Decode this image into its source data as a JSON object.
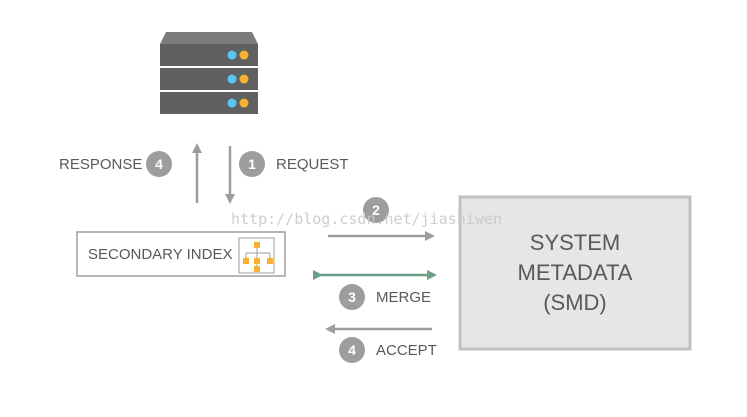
{
  "steps": {
    "response": {
      "number": "4",
      "label": "RESPONSE"
    },
    "request": {
      "number": "1",
      "label": "REQUEST"
    },
    "step2": {
      "number": "2"
    },
    "merge": {
      "number": "3",
      "label": "MERGE"
    },
    "accept": {
      "number": "4",
      "label": "ACCEPT"
    }
  },
  "secondary_index": {
    "label": "SECONDARY INDEX"
  },
  "system_metadata": {
    "line1": "SYSTEM",
    "line2": "METADATA",
    "line3": "(SMD)"
  },
  "watermark": "http://blog.csdn.net/jiashiwen",
  "colors": {
    "server_body": "#5f6062",
    "led_blue": "#5bc5f2",
    "led_yellow": "#f8b133",
    "badge": "#9d9d9d",
    "arrow_gray": "#9d9d9d",
    "arrow_green": "#6c9f86",
    "index_icon": "#f8b133",
    "smd_fill": "#e6e6e6",
    "smd_border": "#c1c1c1"
  },
  "icons": {
    "server": "server-stack-icon",
    "hierarchy": "hierarchy-tree-icon"
  }
}
